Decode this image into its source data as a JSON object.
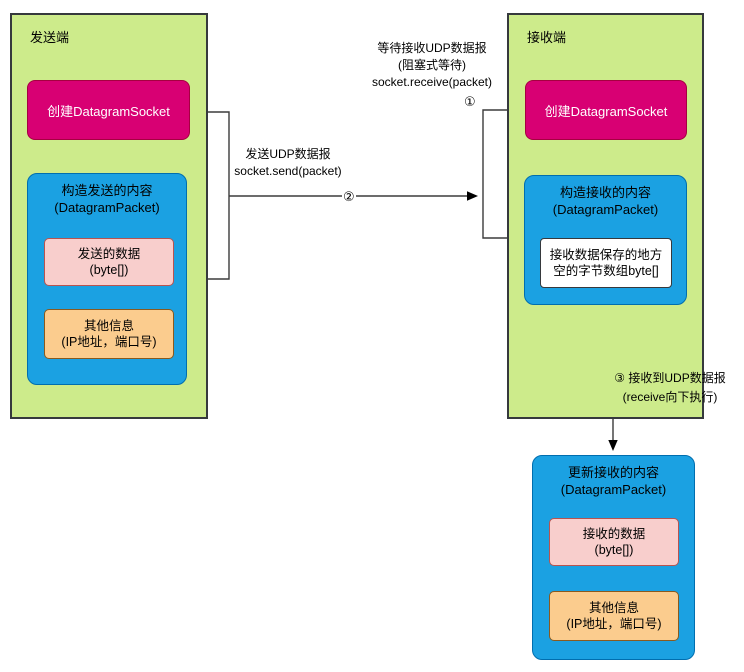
{
  "diagram": {
    "sender": {
      "title": "发送端",
      "create_socket": "创建DatagramSocket",
      "packet": {
        "title_line1": "构造发送的内容",
        "title_line2": "(DatagramPacket)",
        "data_line1": "发送的数据",
        "data_line2": "(byte[])",
        "info_line1": "其他信息",
        "info_line2": "(IP地址，端口号)"
      }
    },
    "receiver": {
      "title": "接收端",
      "create_socket": "创建DatagramSocket",
      "packet": {
        "title_line1": "构造接收的内容",
        "title_line2": "(DatagramPacket)",
        "buffer_line1": "接收数据保存的地方",
        "buffer_line2": "空的字节数组byte[]"
      }
    },
    "updated_packet": {
      "title_line1": "更新接收的内容",
      "title_line2": "(DatagramPacket)",
      "data_line1": "接收的数据",
      "data_line2": "(byte[])",
      "info_line1": "其他信息",
      "info_line2": "(IP地址，端口号)"
    },
    "labels": {
      "wait_line1": "等待接收UDP数据报",
      "wait_line2": "(阻塞式等待)",
      "wait_line3": "socket.receive(packet)",
      "step1": "①",
      "send_line1": "发送UDP数据报",
      "send_line2": "socket.send(packet)",
      "step2": "②",
      "recv_line1": "③ 接收到UDP数据报",
      "recv_line2": "(receive向下执行)"
    },
    "colors": {
      "container_fill": "#cdeb8b",
      "container_stroke": "#36393d",
      "socket_fill": "#d80073",
      "socket_stroke": "#a50040",
      "packet_fill": "#1ba1e2",
      "packet_stroke": "#006eaf",
      "data_fill": "#f8cecc",
      "data_stroke": "#b85450",
      "info_fill": "#fbcc8e",
      "buffer_fill": "#ffffff",
      "wire": "#3b3b3b"
    }
  }
}
